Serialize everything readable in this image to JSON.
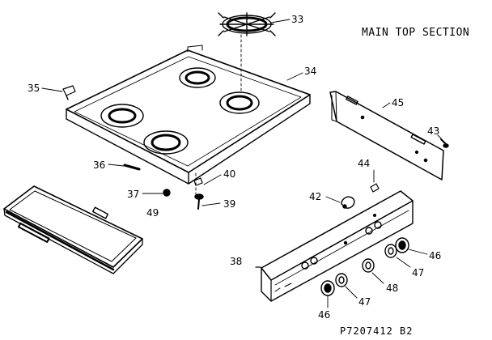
{
  "header": {
    "title": "MAIN TOP SECTION"
  },
  "footer": {
    "doc_number": "P7207412 B2"
  },
  "parts": [
    {
      "id": "33",
      "label": "33"
    },
    {
      "id": "34",
      "label": "34"
    },
    {
      "id": "35",
      "label": "35"
    },
    {
      "id": "36",
      "label": "36"
    },
    {
      "id": "37",
      "label": "37"
    },
    {
      "id": "38",
      "label": "38"
    },
    {
      "id": "39",
      "label": "39"
    },
    {
      "id": "40",
      "label": "40"
    },
    {
      "id": "42",
      "label": "42"
    },
    {
      "id": "43",
      "label": "43"
    },
    {
      "id": "44",
      "label": "44"
    },
    {
      "id": "45",
      "label": "45"
    },
    {
      "id": "46a",
      "label": "46"
    },
    {
      "id": "46b",
      "label": "46"
    },
    {
      "id": "47a",
      "label": "47"
    },
    {
      "id": "47b",
      "label": "47"
    },
    {
      "id": "48",
      "label": "48"
    },
    {
      "id": "49",
      "label": "49"
    }
  ]
}
